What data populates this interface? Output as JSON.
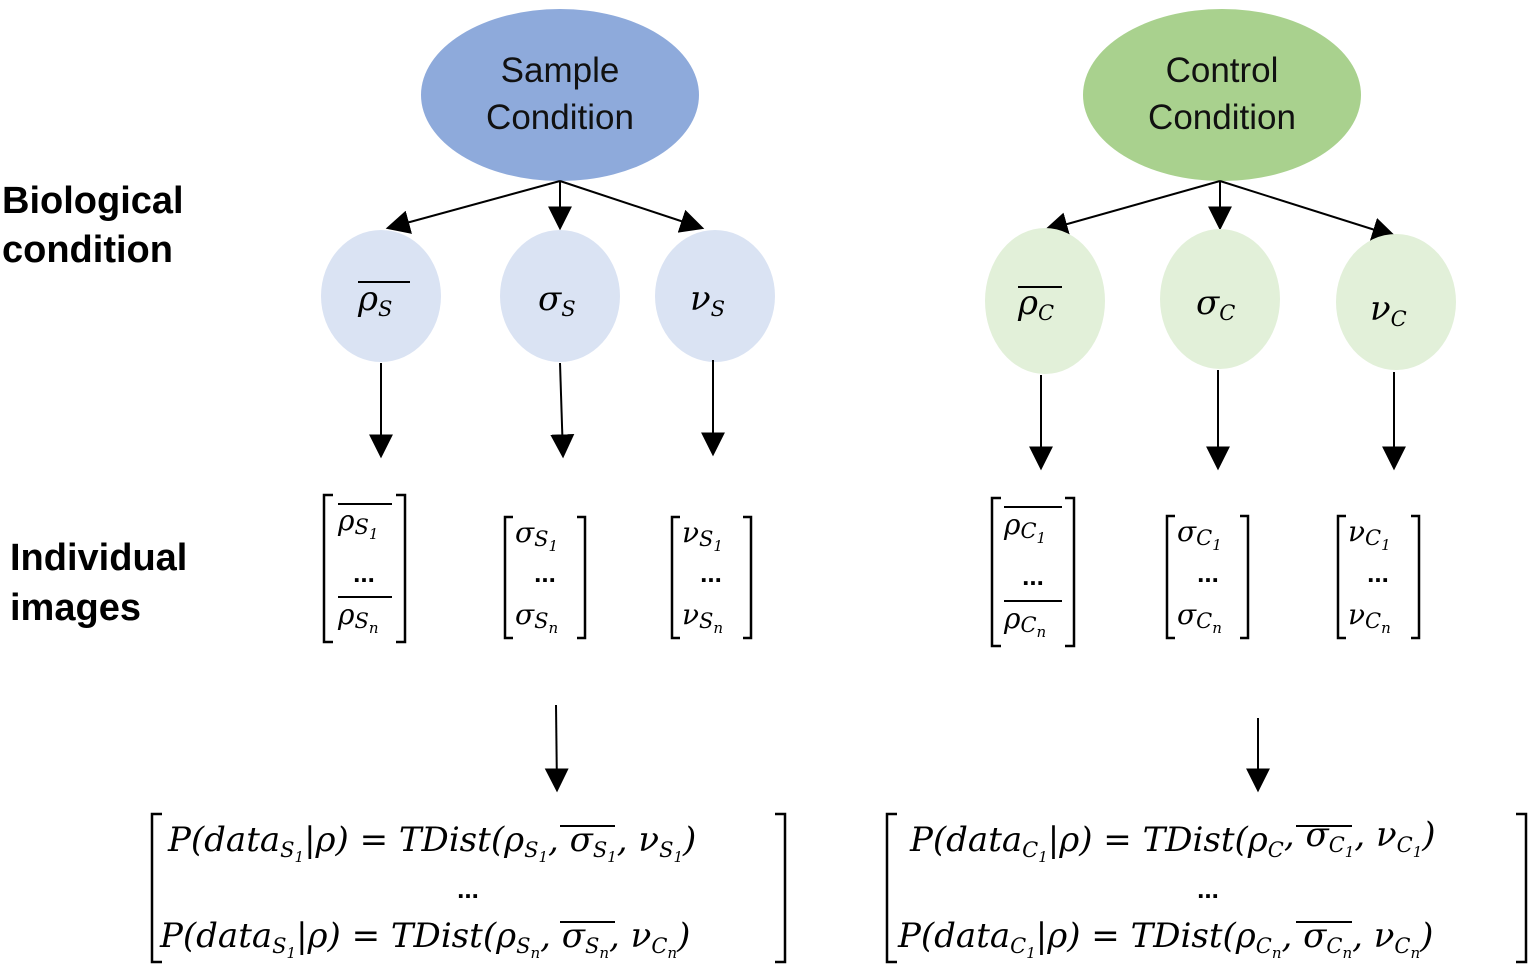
{
  "colors": {
    "sample_condition": "#8eaadb",
    "sample_param": "#dae3f3",
    "control_condition": "#a9d18e",
    "control_param": "#e2f0d9",
    "arrow": "#000000"
  },
  "row_labels": {
    "biological_line1": "Biological",
    "biological_line2": "condition",
    "individual_line1": "Individual",
    "individual_line2": "images"
  },
  "sample": {
    "title_line1": "Sample",
    "title_line2": "Condition",
    "letter": "S",
    "params": {
      "rho": "ρ",
      "sigma": "σ",
      "nu": "ν"
    },
    "vec_sub_first": "1",
    "vec_sub_last": "n",
    "dots": "...",
    "likelihood": {
      "P": "P",
      "data": "data",
      "sub_index": "1",
      "given": "|ρ) = ",
      "tdist": "TDist",
      "dots": "...",
      "row1": {
        "rho_sub": "1",
        "sigma_sub": "1",
        "nu_letter": "S",
        "nu_sub": "1"
      },
      "row2": {
        "rho_sub": "n",
        "sigma_sub": "n",
        "nu_letter": "C",
        "nu_sub": "n"
      }
    }
  },
  "control": {
    "title_line1": "Control",
    "title_line2": "Condition",
    "letter": "C",
    "params": {
      "rho": "ρ",
      "sigma": "σ",
      "nu": "ν"
    },
    "vec_sub_first": "1",
    "vec_sub_last": "n",
    "dots": "...",
    "likelihood": {
      "P": "P",
      "data": "data",
      "sub_index": "1",
      "given": "|ρ) = ",
      "tdist": "TDist",
      "dots": "...",
      "row1": {
        "rho_sub": "",
        "sigma_sub": "1",
        "nu_letter": "C",
        "nu_sub": "1"
      },
      "row2": {
        "rho_sub": "n",
        "sigma_sub": "n",
        "nu_letter": "C",
        "nu_sub": "n"
      }
    }
  }
}
